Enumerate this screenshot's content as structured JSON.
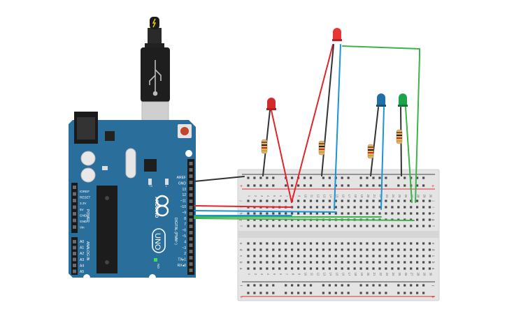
{
  "board": {
    "brand": "ARDUINO",
    "model": "UNO",
    "power_header": "POWER",
    "analog_header": "ANALOG IN",
    "digital_header": "DIGITAL (PWM~)",
    "on_label": "ON",
    "power_pins": [
      "IOREF",
      "RESET",
      "3.3V",
      "5V",
      "GND",
      "GND",
      "Vin"
    ],
    "analog_pins": [
      "A0",
      "A1",
      "A2",
      "A3",
      "A4",
      "A5"
    ],
    "digital_pins": [
      "AREF",
      "GND",
      "13",
      "12",
      "~11",
      "~10",
      "~9",
      "8",
      "7",
      "~6",
      "~5",
      "4",
      "~3",
      "2",
      "TX▸1",
      "RX◂0"
    ],
    "tx_label": "TX",
    "rx_label": "RX",
    "l_label": "L"
  },
  "breadboard": {
    "plus": "+",
    "minus": "−",
    "row_letters_top": [
      "j",
      "i",
      "h",
      "g",
      "f"
    ],
    "row_letters_bottom": [
      "e",
      "d",
      "c",
      "b",
      "a"
    ],
    "column_numbers": [
      "1",
      "2",
      "3",
      "4",
      "5",
      "6",
      "7",
      "8",
      "9",
      "10",
      "11",
      "12",
      "13",
      "14",
      "15",
      "16",
      "17",
      "18",
      "19",
      "20",
      "21",
      "22",
      "23",
      "24",
      "25",
      "26",
      "27",
      "28",
      "29",
      "30"
    ]
  },
  "components": {
    "leds": [
      {
        "id": "led-red-small",
        "color": "#d42a2a"
      },
      {
        "id": "led-red-large",
        "color": "#e83535"
      },
      {
        "id": "led-blue",
        "color": "#1f6fa8"
      },
      {
        "id": "led-green",
        "color": "#1ea24a"
      }
    ],
    "resistor_count": 4
  },
  "wires": {
    "red": "#e0262b",
    "blue": "#1a95d6",
    "green": "#3cb44b",
    "black": "#333333"
  },
  "icons": {
    "usb_plug": "usb-plug-icon",
    "lightning": "lightning-icon",
    "usb_symbol": "usb-symbol-icon",
    "infinity_logo": "arduino-infinity-icon"
  }
}
